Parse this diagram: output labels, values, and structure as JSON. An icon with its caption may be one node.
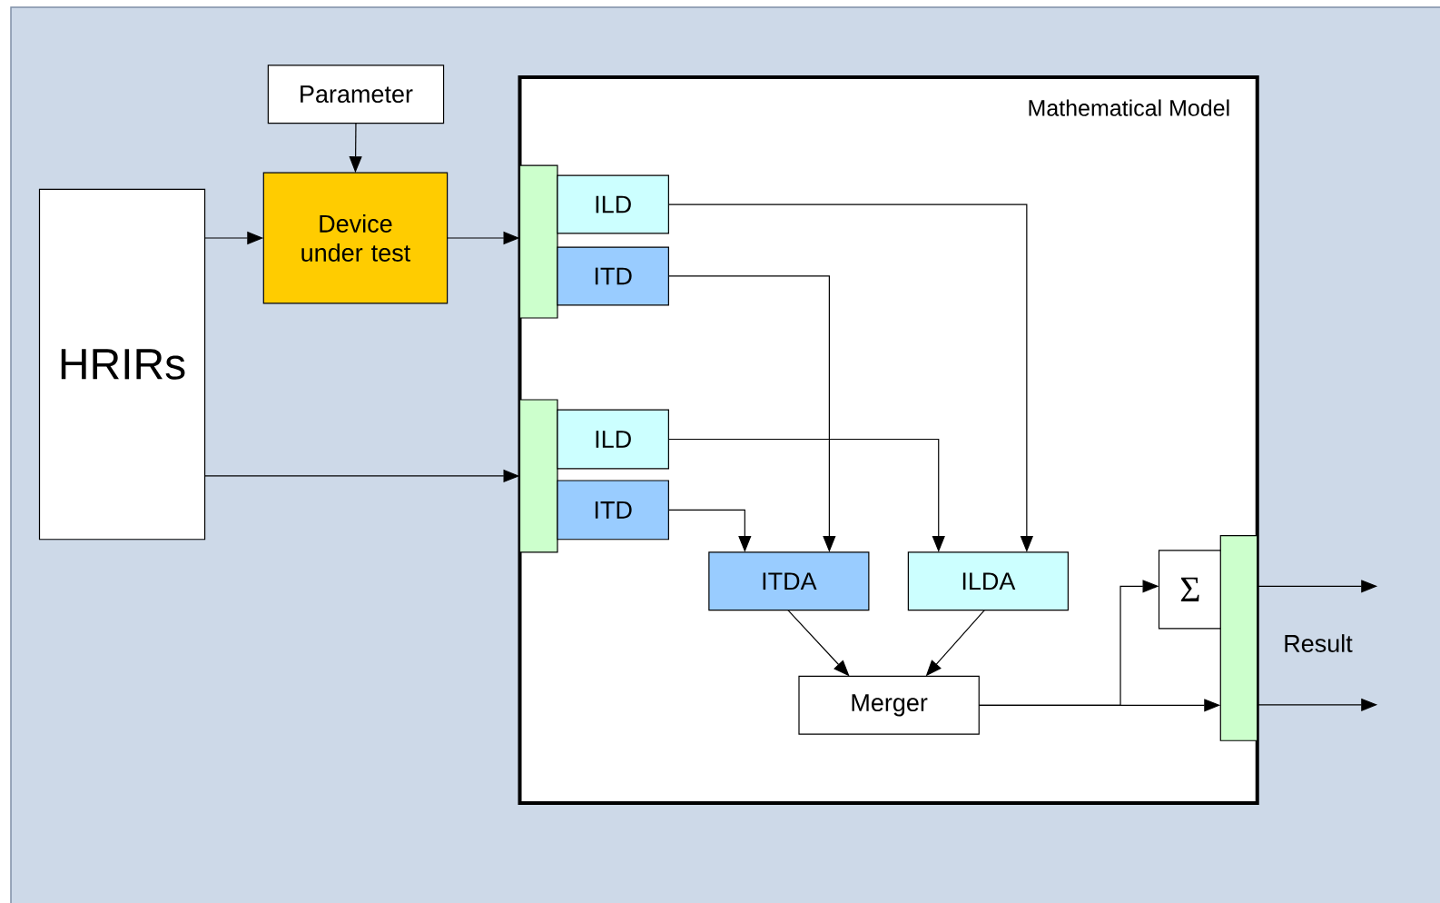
{
  "diagram": {
    "nodes": [
      {
        "text": [
          "Parameter"
        ]
      },
      {
        "text": [
          "Device under test"
        ]
      },
      {
        "text": [
          "HRIRs"
        ]
      },
      {
        "text": [
          "Mathematical Model"
        ]
      },
      {
        "text": [],
        "shape": "bar",
        "in": 3
      },
      {
        "text": [
          "ILD"
        ],
        "in": 3
      },
      {
        "text": [
          "ITD"
        ],
        "in": 3
      },
      {
        "text": [],
        "shape": "bar",
        "in": 3
      },
      {
        "text": [
          "ILD"
        ],
        "in": 3
      },
      {
        "text": [
          "ITD"
        ],
        "in": 3
      },
      {
        "text": [
          "ITDA"
        ],
        "in": 3
      },
      {
        "text": [
          "ILDA"
        ],
        "in": 3
      },
      {
        "text": [
          "Merger"
        ],
        "in": 3
      },
      {
        "text": [
          "Σ"
        ],
        "in": 3
      },
      {
        "text": [],
        "shape": "bar",
        "in": 3
      }
    ],
    "edges": [
      {
        "from": 0,
        "to": 1,
        "arrow": "to"
      },
      {
        "from": 2,
        "to": 1,
        "arrow": "to"
      },
      {
        "from": 1,
        "to": 4,
        "arrow": "to"
      },
      {
        "from": 2,
        "to": 7,
        "arrow": "to"
      },
      {
        "from": 5,
        "to": 11,
        "arrow": "to"
      },
      {
        "from": 6,
        "to": 10,
        "arrow": "to"
      },
      {
        "from": 8,
        "to": 11,
        "arrow": "to"
      },
      {
        "from": 9,
        "to": 10,
        "arrow": "to"
      },
      {
        "from": 10,
        "to": 12,
        "arrow": "to"
      },
      {
        "from": 11,
        "to": 12,
        "arrow": "to"
      },
      {
        "from": 12,
        "to": 13,
        "arrow": "to"
      },
      {
        "from": 12,
        "to": 14,
        "arrow": "to"
      },
      {
        "from": 14,
        "to": null,
        "arrow": "to"
      },
      {
        "from": 14,
        "to": null,
        "arrow": "to"
      }
    ],
    "labels": [
      "Result"
    ]
  }
}
